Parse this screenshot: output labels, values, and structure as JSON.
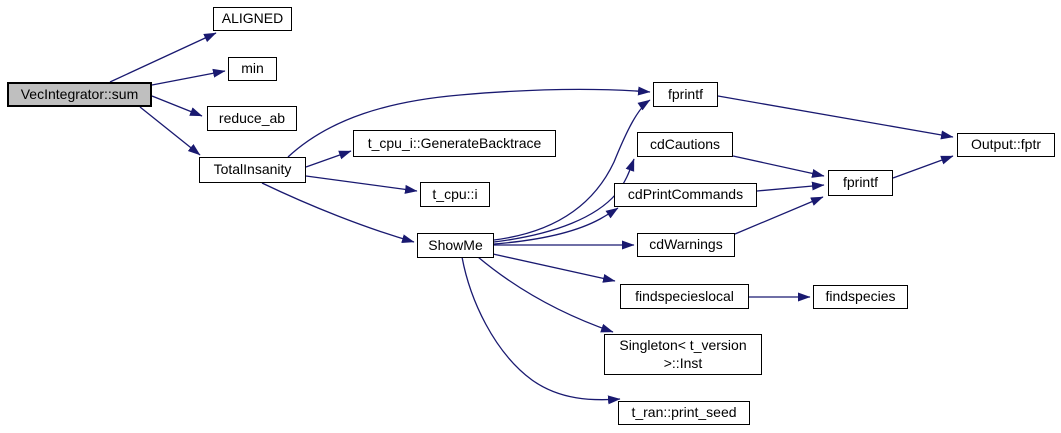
{
  "diagram": {
    "kind": "call-graph",
    "colors": {
      "edge": "#191970",
      "node_border": "#000000",
      "node_fill": "#ffffff",
      "current_node_fill": "#bfbfbf",
      "text": "#000000",
      "background": "#ffffff"
    },
    "nodes": {
      "sum": {
        "label": "VecIntegrator::sum",
        "current": true
      },
      "aligned": {
        "label": "ALIGNED"
      },
      "min": {
        "label": "min"
      },
      "reduce_ab": {
        "label": "reduce_ab"
      },
      "totalinsanity": {
        "label": "TotalInsanity"
      },
      "generatebacktrace": {
        "label": "t_cpu_i::GenerateBacktrace"
      },
      "t_cpu_i": {
        "label": "t_cpu::i"
      },
      "showme": {
        "label": "ShowMe"
      },
      "fprintf_1": {
        "label": "fprintf"
      },
      "cdcautions": {
        "label": "cdCautions"
      },
      "cdprintcommands": {
        "label": "cdPrintCommands"
      },
      "cdwarnings": {
        "label": "cdWarnings"
      },
      "fprintf_2": {
        "label": "fprintf"
      },
      "output_fptr": {
        "label": "Output::fptr"
      },
      "findspecieslocal": {
        "label": "findspecieslocal"
      },
      "findspecies": {
        "label": "findspecies"
      },
      "singleton_inst": {
        "label": "Singleton< t_version >::Inst"
      },
      "print_seed": {
        "label": "t_ran::print_seed"
      }
    },
    "edges": [
      {
        "from": "sum",
        "to": "aligned"
      },
      {
        "from": "sum",
        "to": "min"
      },
      {
        "from": "sum",
        "to": "reduce_ab"
      },
      {
        "from": "sum",
        "to": "totalinsanity"
      },
      {
        "from": "totalinsanity",
        "to": "fprintf_1"
      },
      {
        "from": "totalinsanity",
        "to": "generatebacktrace"
      },
      {
        "from": "totalinsanity",
        "to": "t_cpu_i"
      },
      {
        "from": "totalinsanity",
        "to": "showme"
      },
      {
        "from": "showme",
        "to": "fprintf_1"
      },
      {
        "from": "showme",
        "to": "cdcautions"
      },
      {
        "from": "showme",
        "to": "cdprintcommands"
      },
      {
        "from": "showme",
        "to": "cdwarnings"
      },
      {
        "from": "showme",
        "to": "findspecieslocal"
      },
      {
        "from": "showme",
        "to": "singleton_inst"
      },
      {
        "from": "showme",
        "to": "print_seed"
      },
      {
        "from": "fprintf_1",
        "to": "output_fptr"
      },
      {
        "from": "cdcautions",
        "to": "fprintf_2"
      },
      {
        "from": "cdprintcommands",
        "to": "fprintf_2"
      },
      {
        "from": "cdwarnings",
        "to": "fprintf_2"
      },
      {
        "from": "fprintf_2",
        "to": "output_fptr"
      },
      {
        "from": "findspecieslocal",
        "to": "findspecies"
      }
    ]
  }
}
